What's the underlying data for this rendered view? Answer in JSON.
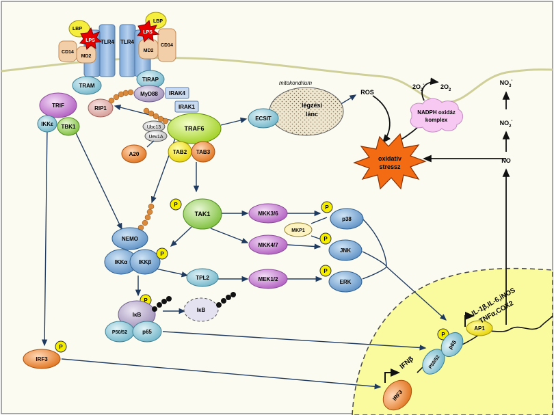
{
  "receptors": {
    "left": {
      "lbp": "LBP",
      "lps": "LPS",
      "cd14": "CD14",
      "md2": "MD2",
      "tlr4": "TLR4"
    },
    "right": {
      "lbp": "LBP",
      "lps": "LPS",
      "cd14": "CD14",
      "md2": "MD2",
      "tlr4": "TLR4"
    }
  },
  "adaptors": {
    "tram": "TRAM",
    "tirap": "TIRAP",
    "myd88": "MyD88",
    "irak4": "IRAK4",
    "irak1": "IRAK1",
    "trif": "TRIF",
    "rip1": "RIP1",
    "ikke": "IKKε",
    "tbk1": "TBK1",
    "ubc13": "Ubc13",
    "uev1a": "Uev1A",
    "traf6": "TRAF6",
    "a20": "A20",
    "tab2": "TAB2",
    "tab3": "TAB3"
  },
  "mito": {
    "title": "mitokondrium",
    "chain_line1": "légzési",
    "chain_line2": "lánc",
    "ecsit": "ECSIT",
    "ros": "ROS"
  },
  "nadph": {
    "o2_radical": "2O",
    "o2_radical_sub": "2",
    "o2_radical_sup": "-",
    "o2": "2O",
    "o2_sub": "2",
    "label_line1": "NADPH oxidáz",
    "label_line2": "komplex"
  },
  "stress": {
    "line1": "oxidatív",
    "line2": "stressz"
  },
  "nitro": {
    "no3": "NO",
    "no3_sub": "3",
    "no3_sup": "-",
    "no2": "NO",
    "no2_sub": "2",
    "no2_sup": "-",
    "no": "NO"
  },
  "kinases": {
    "tak1": "TAK1",
    "nemo": "NEMO",
    "ikka": "IKKα",
    "ikkb": "IKKβ",
    "tpl2": "TPL2",
    "mkk36": "MKK3/6",
    "mkk47": "MKK4/7",
    "mek12": "MEK1/2",
    "mkp1": "MKP1",
    "p38": "p38",
    "jnk": "JNK",
    "erk": "ERK",
    "p": "P"
  },
  "nfkb": {
    "ikb": "IκB",
    "p50": "P50/52",
    "p65": "p65",
    "ikb_free": "IκB"
  },
  "irf3": "IRF3",
  "nucleus": {
    "ifnb": "IFNβ",
    "ap1": "AP1",
    "genes_line1": "IL-1β,IL-6,iNOS",
    "genes_line2": "TNFα,COX2",
    "irf3": "IRF3",
    "p50": "P50/52",
    "p65": "p65"
  }
}
